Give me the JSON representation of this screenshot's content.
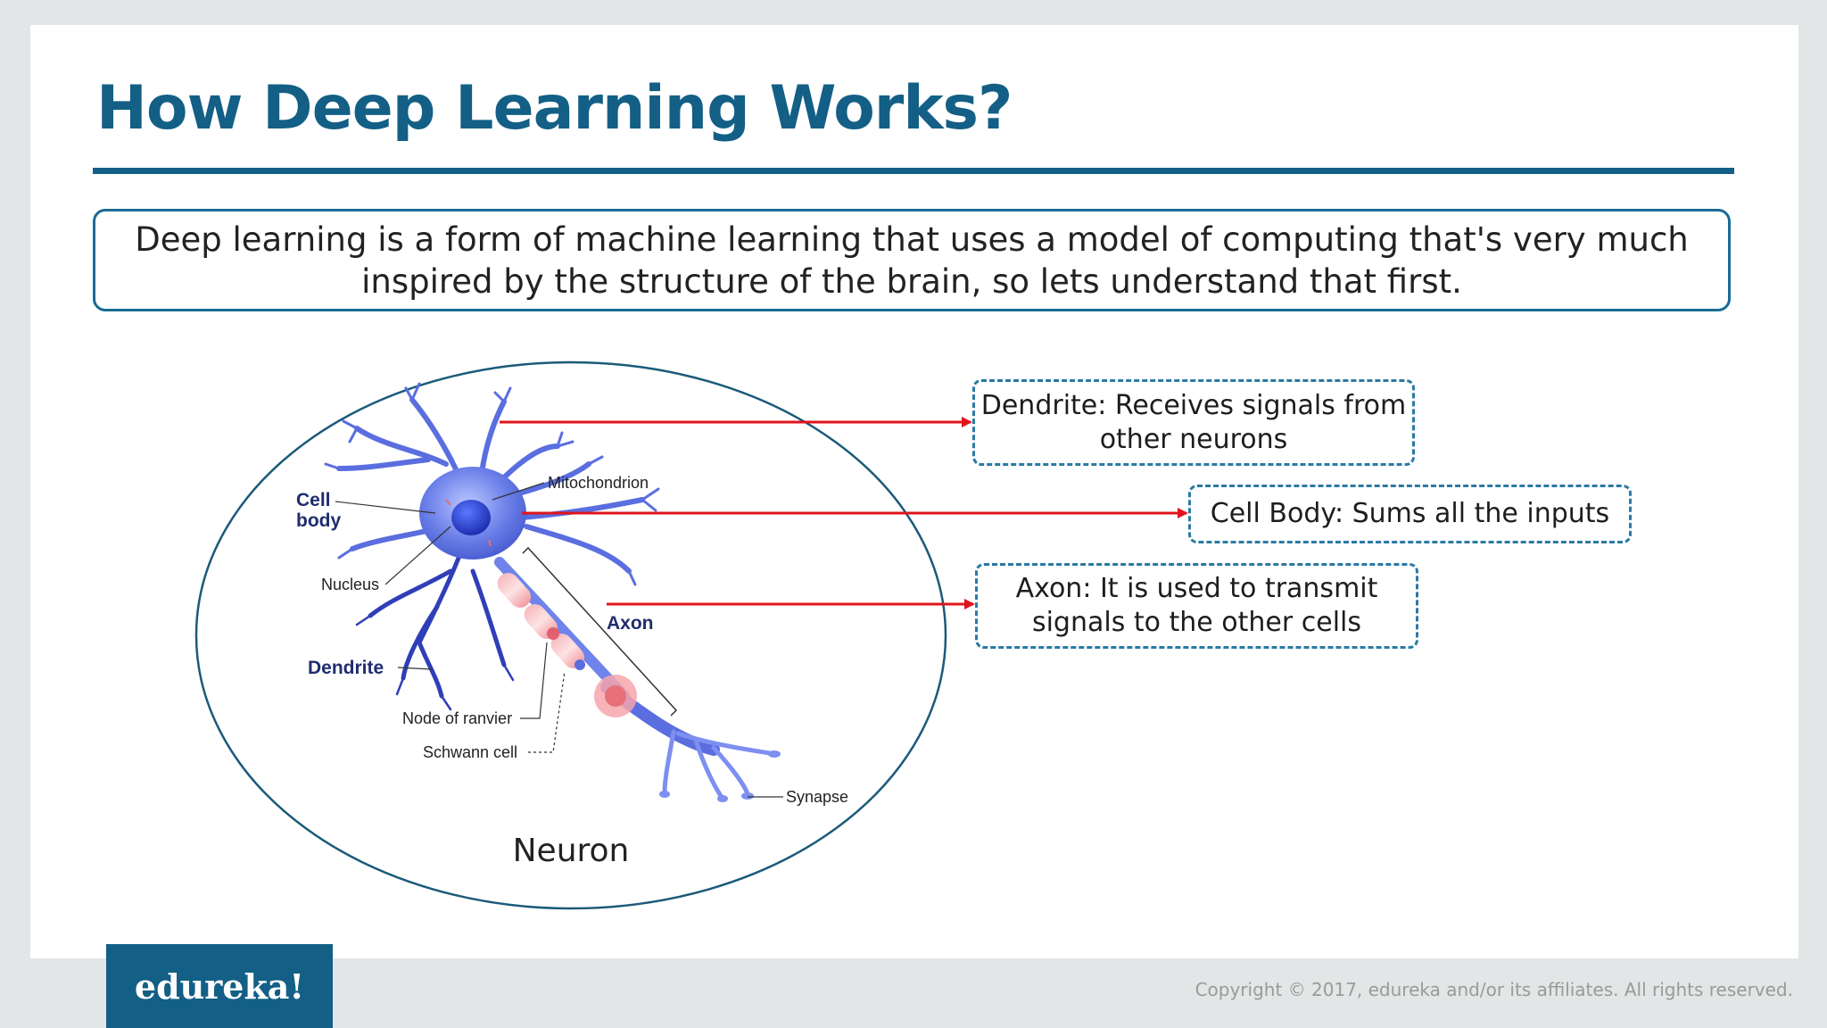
{
  "slide": {
    "title": "How Deep Learning Works?",
    "intro": "Deep learning is a form of machine learning that uses a model of computing that's very much inspired by the structure of the brain, so lets understand that first."
  },
  "diagram": {
    "caption": "Neuron",
    "labels": {
      "cell_body": [
        "Cell",
        "body"
      ],
      "nucleus": "Nucleus",
      "dendrite": "Dendrite",
      "mitochondrion": "Mitochondrion",
      "axon": "Axon",
      "node_of_ranvier": "Node of ranvier",
      "schwann_cell": "Schwann cell",
      "synapse": "Synapse"
    },
    "colors": {
      "neuron": "#5a6ee0",
      "neuron_dark": "#2f3fb8",
      "arrow": "#e0141c",
      "ellipse": "#1b5a7a"
    }
  },
  "callouts": {
    "dendrite": "Dendrite: Receives signals from other neurons",
    "cell_body": "Cell Body: Sums all the inputs",
    "axon": "Axon: It is used to transmit signals to the other cells"
  },
  "footer": {
    "logo": "edureka!",
    "copyright": "Copyright © 2017, edureka and/or its affiliates. All rights reserved."
  }
}
